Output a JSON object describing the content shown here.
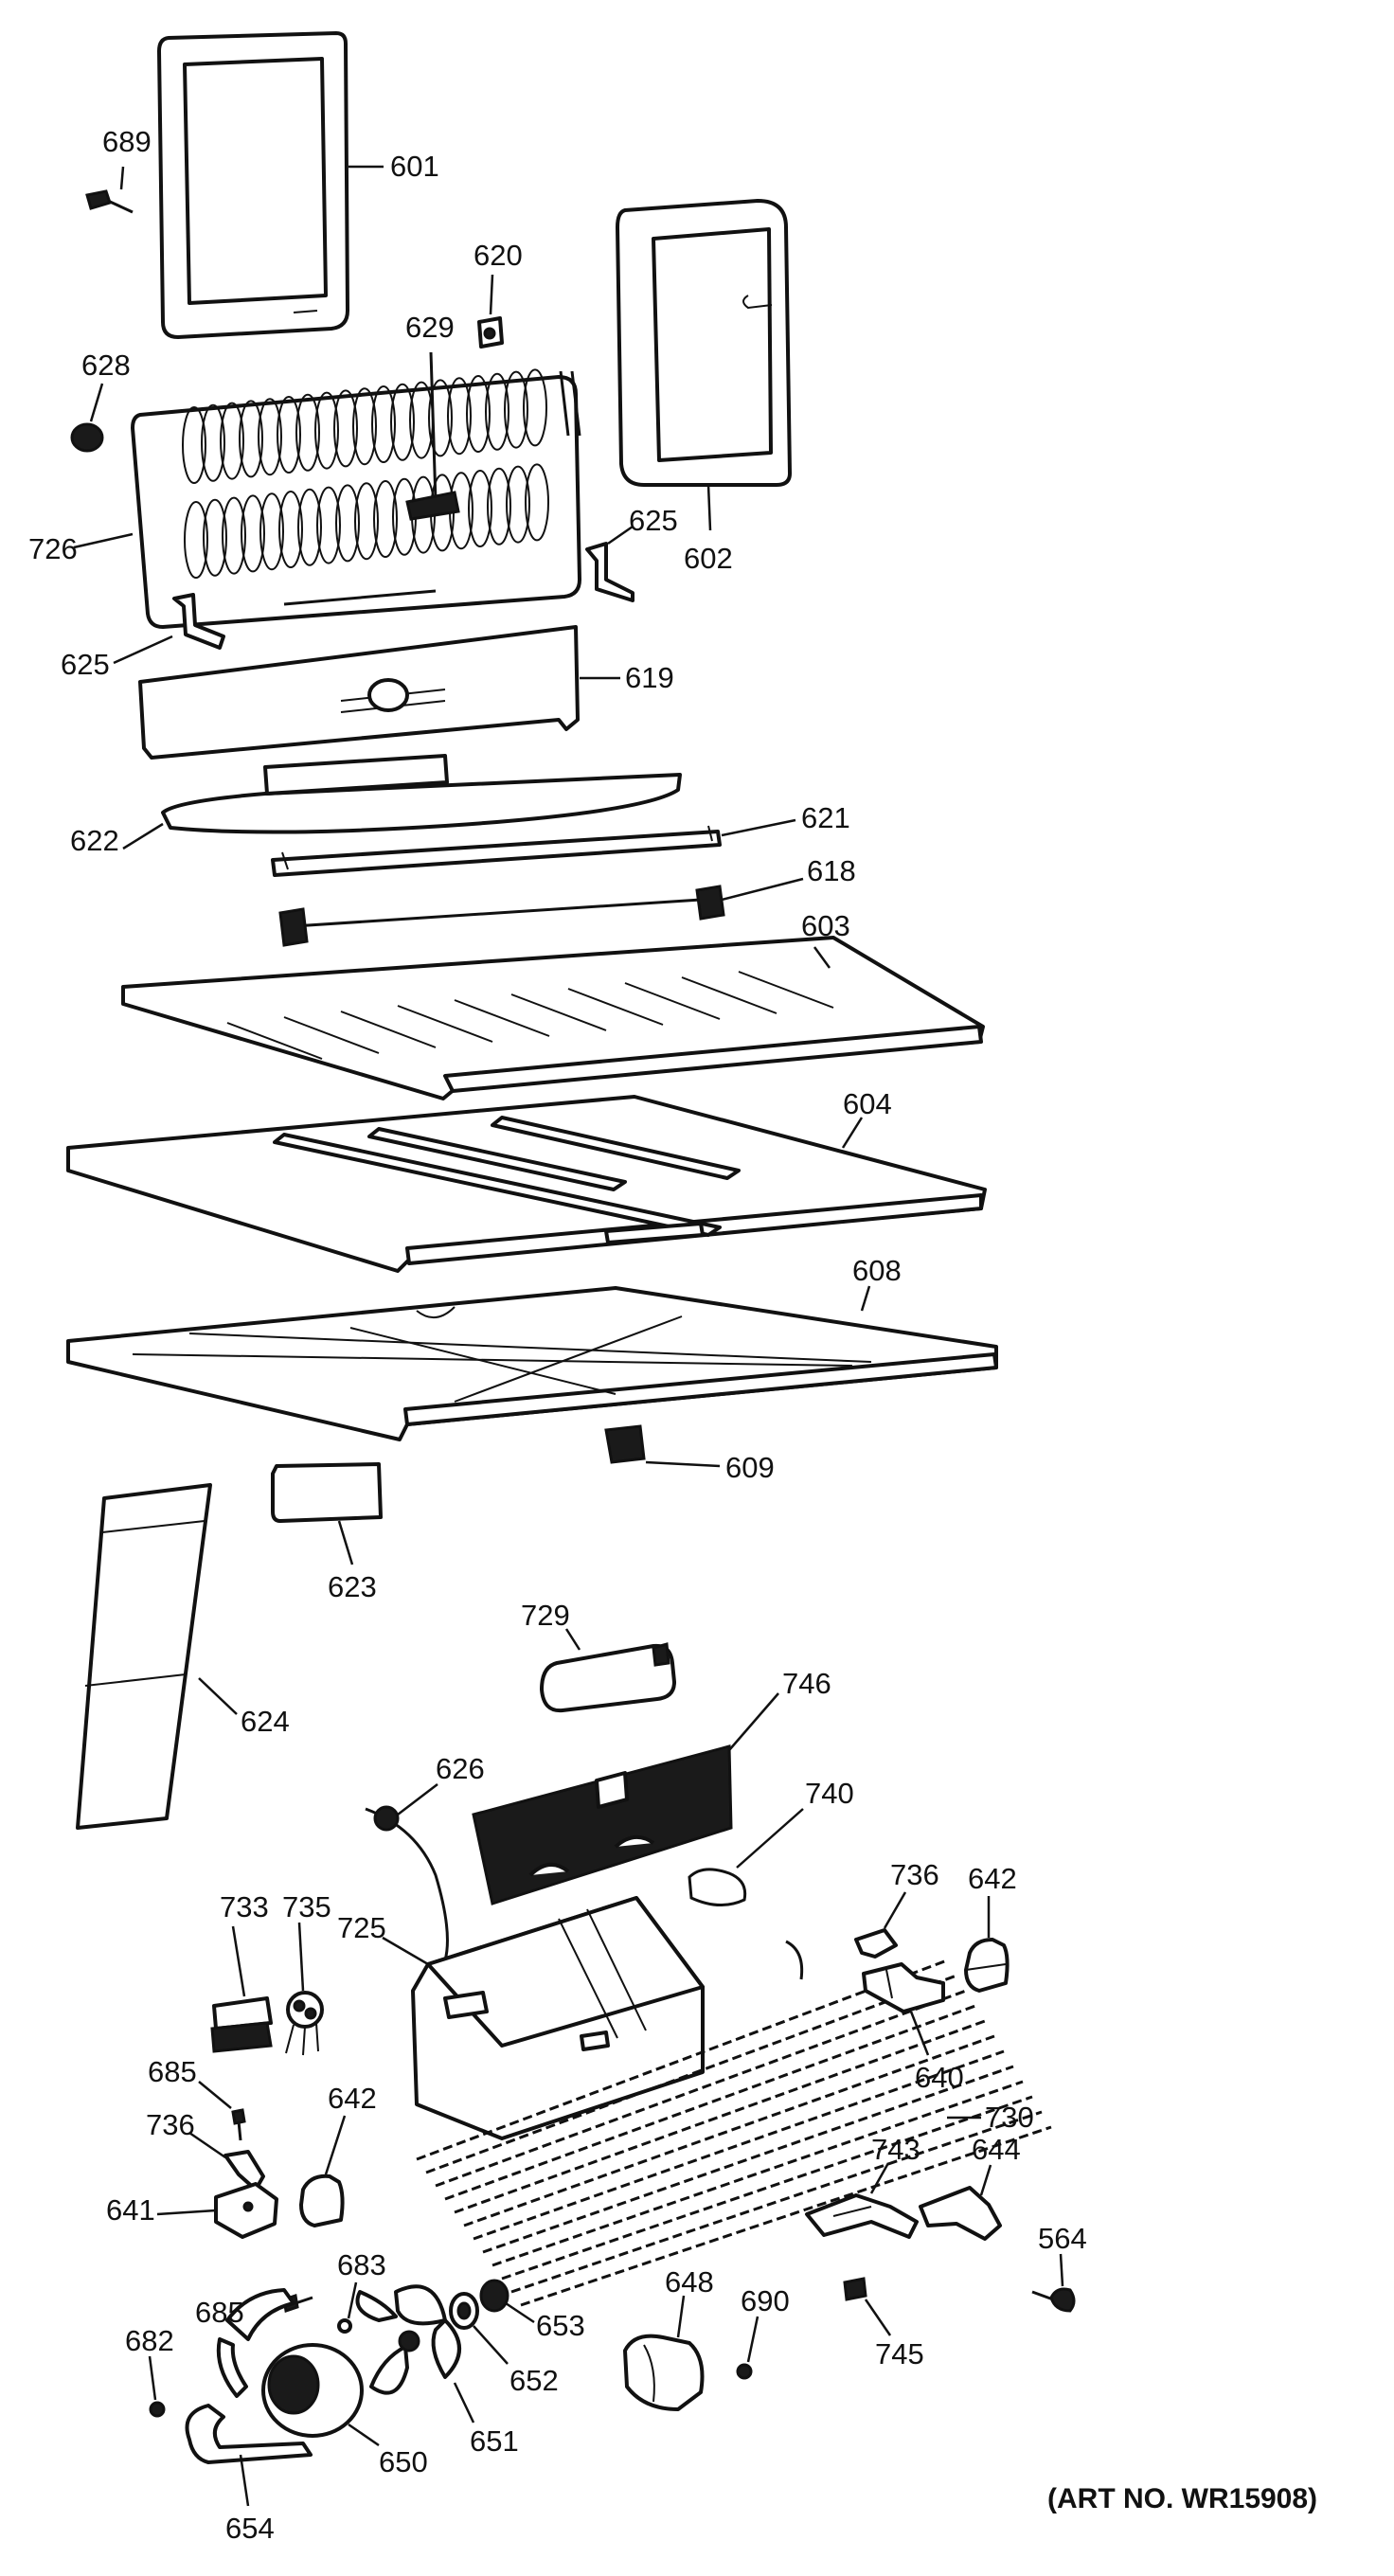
{
  "art_number": "(ART NO. WR15908)",
  "parts": {
    "p601": "601",
    "p602": "602",
    "p603": "603",
    "p604": "604",
    "p608": "608",
    "p609": "609",
    "p618": "618",
    "p619": "619",
    "p620": "620",
    "p621": "621",
    "p622": "622",
    "p623": "623",
    "p624": "624",
    "p625a": "625",
    "p625b": "625",
    "p626": "626",
    "p628": "628",
    "p629": "629",
    "p640": "640",
    "p641": "641",
    "p642a": "642",
    "p642b": "642",
    "p644": "644",
    "p648": "648",
    "p650": "650",
    "p651": "651",
    "p652": "652",
    "p653": "653",
    "p654": "654",
    "p682": "682",
    "p683": "683",
    "p685a": "685",
    "p685b": "685",
    "p689": "689",
    "p690": "690",
    "p725": "725",
    "p726": "726",
    "p729": "729",
    "p730": "730",
    "p733": "733",
    "p735": "735",
    "p736a": "736",
    "p736b": "736",
    "p740": "740",
    "p743": "743",
    "p745": "745",
    "p746": "746",
    "p564": "564"
  }
}
